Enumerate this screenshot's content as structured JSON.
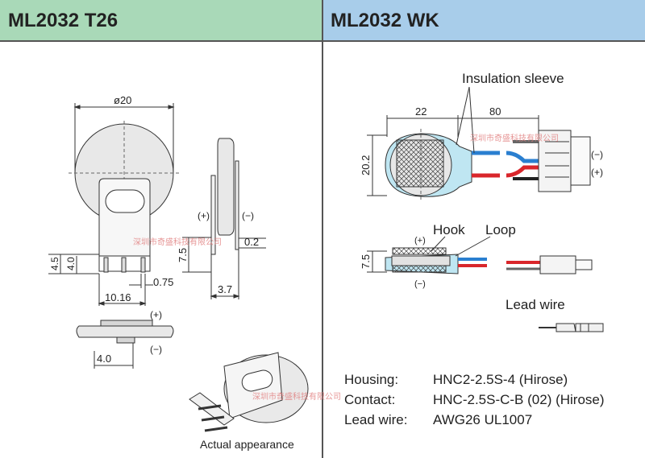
{
  "left_panel": {
    "title": "ML2032 T26",
    "dims": {
      "diameter": "ø20",
      "h45": "4.5",
      "h40": "4.0",
      "w1016": "10.16",
      "w075": "0.75",
      "h75": "7.5",
      "w02": "0.2",
      "w37": "3.7",
      "w40b": "4.0"
    },
    "polarity": {
      "plus": "(+)",
      "minus": "(−)"
    },
    "caption": "Actual appearance"
  },
  "right_panel": {
    "title": "ML2032 WK",
    "labels": {
      "insulation_sleeve": "Insulation sleeve",
      "hook": "Hook",
      "loop": "Loop",
      "lead_wire": "Lead wire"
    },
    "dims": {
      "w22": "22",
      "w80": "80",
      "h202": "20.2",
      "h75": "7.5"
    },
    "polarity": {
      "plus": "(+)",
      "minus": "(−)"
    },
    "specs": [
      {
        "key": "Housing:",
        "value": "HNC2-2.5S-4 (Hirose)"
      },
      {
        "key": "Contact:",
        "value": "HNC-2.5S-C-B (02) (Hirose)"
      },
      {
        "key": "Lead wire:",
        "value": "AWG26 UL1007"
      }
    ]
  },
  "watermark": "深圳市奇盛科技有限公司",
  "colors": {
    "left_header": "#a9d9b8",
    "right_header": "#a8cdea",
    "wire_red": "#d9262b",
    "wire_blue": "#2a7fd0",
    "sleeve": "#8fd0e6",
    "watermark": "#e07b7b"
  }
}
